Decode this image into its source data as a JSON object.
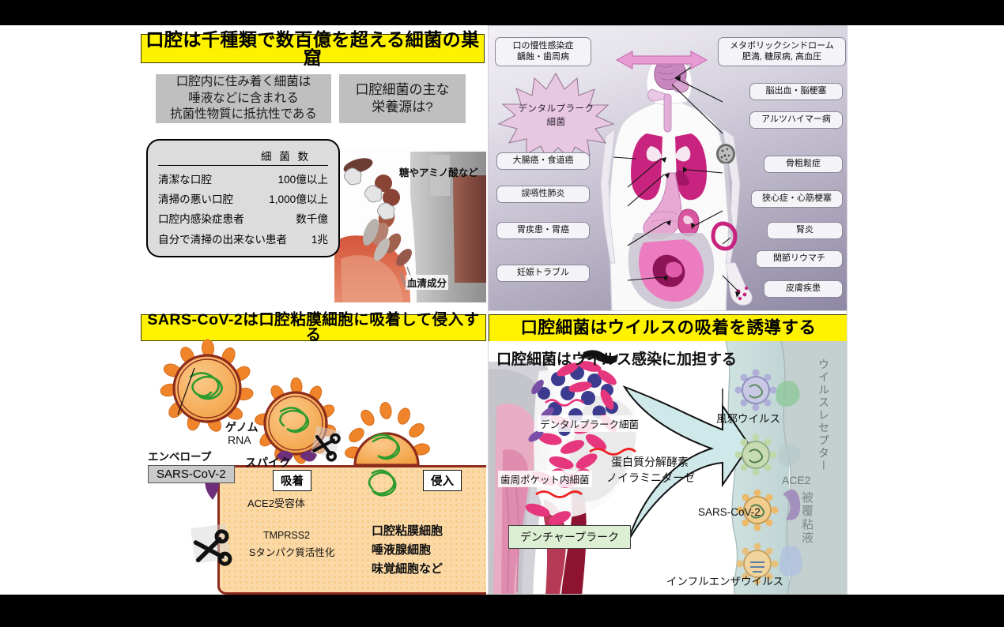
{
  "slide": {
    "panel1": {
      "title": "口腔は千種類で数百億を超える細菌の巣窟",
      "gray_box_1": [
        "口腔内に住み着く細菌は",
        "唾液などに含まれる",
        "抗菌性物質に抵抗性である"
      ],
      "gray_box_2": [
        "口腔細菌の主な",
        "栄養源は?"
      ],
      "table": {
        "header": "細 菌 数",
        "rows": [
          {
            "label": "清潔な口腔",
            "value": "100億以上"
          },
          {
            "label": "清掃の悪い口腔",
            "value": "1,000億以上"
          },
          {
            "label": "口腔内感染症患者",
            "value": "数千億"
          },
          {
            "label": "自分で清掃の出来ない患者",
            "value": "1兆"
          }
        ]
      },
      "tooth_labels": {
        "sugar": "糖やアミノ酸など",
        "serum": "血清成分"
      }
    },
    "panel2": {
      "starburst": [
        "デンタルプラーク",
        "細菌"
      ],
      "labels": [
        {
          "name": "chronic-oral-infection",
          "lines": [
            "口の慢性感染症",
            "齲蝕・歯周病"
          ]
        },
        {
          "name": "metabolic-syndrome",
          "lines": [
            "メタボリックシンドローム",
            "肥満, 糖尿病, 高血圧"
          ]
        },
        {
          "name": "cerebral-hemorrhage",
          "lines": [
            "脳出血・脳梗塞"
          ]
        },
        {
          "name": "alzheimer",
          "lines": [
            "アルツハイマー病"
          ]
        },
        {
          "name": "osteoporosis",
          "lines": [
            "骨粗鬆症"
          ]
        },
        {
          "name": "angina-myocardial",
          "lines": [
            "狭心症・心筋梗塞"
          ]
        },
        {
          "name": "nephritis",
          "lines": [
            "腎炎"
          ]
        },
        {
          "name": "rheumatoid-arthritis",
          "lines": [
            "関節リウマチ"
          ]
        },
        {
          "name": "skin-disease",
          "lines": [
            "皮膚疾患"
          ]
        },
        {
          "name": "colon-esophageal-cancer",
          "lines": [
            "大腸癌・食道癌"
          ]
        },
        {
          "name": "aspiration-pneumonia",
          "lines": [
            "誤嚥性肺炎"
          ]
        },
        {
          "name": "gastric-disease-cancer",
          "lines": [
            "胃疾患・胃癌"
          ]
        },
        {
          "name": "pregnancy-trouble",
          "lines": [
            "妊娠トラブル"
          ]
        }
      ]
    },
    "panel3": {
      "title": "SARS-CoV-2は口腔粘膜細胞に吸着して侵入する",
      "virus_name": "SARS-CoV-2",
      "genome": [
        "ゲノム",
        "RNA"
      ],
      "spike": "スパイク",
      "envelope": "エンベロープ",
      "adsorption": "吸着",
      "invasion": "侵入",
      "ace2": "ACE2受容体",
      "tmprss2": [
        "TMPRSS2",
        "Sタンパク質活性化"
      ],
      "cell_types": [
        "口腔粘膜細胞",
        "唾液腺細胞",
        "味覚細胞など"
      ]
    },
    "panel4": {
      "title": "口腔細菌はウイルスの吸着を誘導する",
      "subtitle": "口腔細菌はウイルス感染に加担する",
      "dental_plaque_bacteria": "デンタルプラーク細菌",
      "periodontal_pocket_bacteria": "歯周ポケット内細菌",
      "denture_plaque": "デンチャープラーク",
      "protease": [
        "蛋白質分解酵素",
        "ノイラミニダーゼ"
      ],
      "cold_virus": "風邪ウイルス",
      "sars_cov_2": "SARS-CoV-2",
      "influenza_virus": "インフルエンザウイルス",
      "ace2": "ACE2",
      "virus_receptor": "ウイルスレセプター",
      "mucus": "被覆粘液"
    }
  },
  "colors": {
    "title_yellow": "#FFF200",
    "gray_box": "#BFBFBF",
    "virus_orange": "#F5A13C",
    "virus_ring": "#8d2b1c",
    "rna_green": "#2E9B2E",
    "ace2_purple": "#6E2F7A",
    "cell_fill": "#FBD9A6",
    "starburst_pink": "#E8C8E0",
    "denture_green": "#DDEFD2",
    "mucus_teal": "#CFE3E1"
  }
}
